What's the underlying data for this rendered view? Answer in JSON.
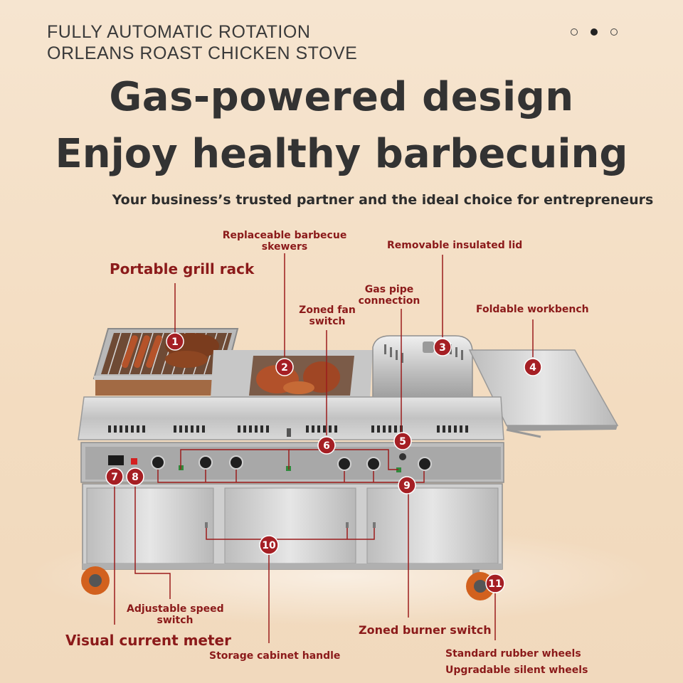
{
  "brand": {
    "line1": "FULLY AUTOMATIC ROTATION",
    "line2": "ORLEANS ROAST CHICKEN STOVE"
  },
  "carousel": {
    "total": 3,
    "active_index": 1
  },
  "headline": {
    "line1": "Gas-powered design",
    "line2": "Enjoy healthy barbecuing"
  },
  "tagline": "Your business’s trusted partner and the ideal choice for entrepreneurs",
  "callouts": {
    "c1": {
      "number": "1",
      "label": "Portable grill rack"
    },
    "c2": {
      "number": "2",
      "label_line1": "Replaceable barbecue",
      "label_line2": "skewers"
    },
    "c3": {
      "number": "3",
      "label": "Removable insulated lid"
    },
    "c4": {
      "number": "4",
      "label": "Foldable workbench"
    },
    "c5": {
      "number": "5",
      "label_line1": "Gas pipe",
      "label_line2": "connection"
    },
    "c6": {
      "number": "6",
      "label_line1": "Zoned fan",
      "label_line2": "switch"
    },
    "c7": {
      "number": "7",
      "label": "Visual current meter"
    },
    "c8": {
      "number": "8",
      "label_line1": "Adjustable speed",
      "label_line2": "switch"
    },
    "c9": {
      "number": "9",
      "label": "Zoned burner switch"
    },
    "c10": {
      "number": "10",
      "label": "Storage cabinet handle"
    },
    "c11": {
      "number": "11",
      "label_line1": "Standard rubber wheels",
      "label_line2": "Upgradable silent wheels"
    }
  },
  "colors": {
    "accent": "#8b1a1a",
    "badge": "#a51f24",
    "background": "#f5e2cc",
    "steel": "#c9c9c9"
  }
}
